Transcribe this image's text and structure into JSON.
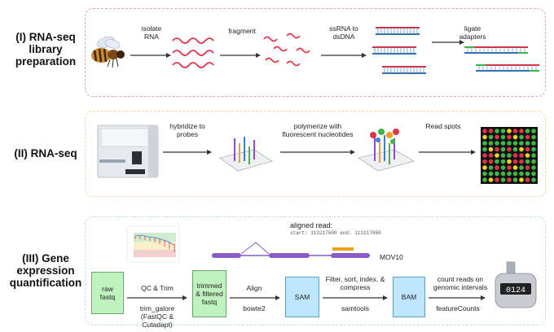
{
  "sections": {
    "one": {
      "title": "(I) RNA-seq library preparation",
      "color": "#e8a3a3"
    },
    "two": {
      "title": "(II) RNA-seq",
      "color": "#f2d7a0"
    },
    "three": {
      "title": "(III) Gene expression quantification",
      "color": "#b9e3d7"
    }
  },
  "prep": {
    "step1": "isolate RNA",
    "step2": "fragment",
    "step3": "ssRNA to dsDNA",
    "step4": "ligate adapters"
  },
  "seq": {
    "step1": "hybridize to probes",
    "step2": "polymerize with fluorescent nucleotides",
    "step3": "Read spots"
  },
  "quant": {
    "aligned_read": "aligned read:",
    "coords": "start: 113217600  end: 113217650",
    "gene": "MOV10",
    "raw": "raw fastq",
    "qc": "QC & Trim",
    "qc_tool": "trim_galore (FastQC & Cutadapt)",
    "trimmed": "trimmed & filtered fastq",
    "align": "Align",
    "align_tool": "bowte2",
    "sam": "SAM",
    "filter": "Filter, sort, index, & compress",
    "filter_tool": "samtools",
    "bam": "BAM",
    "count": "count reads on genomic intervals",
    "count_tool": "featureCounts",
    "counter": "0124"
  },
  "colors": {
    "rna": "#e0334a",
    "strand_red": "#d9323f",
    "strand_blue": "#2f6fb5",
    "adapter_green": "#3fb54a",
    "arrow": "#333333",
    "exon": "#8a5cc8",
    "read": "#f0a020"
  }
}
